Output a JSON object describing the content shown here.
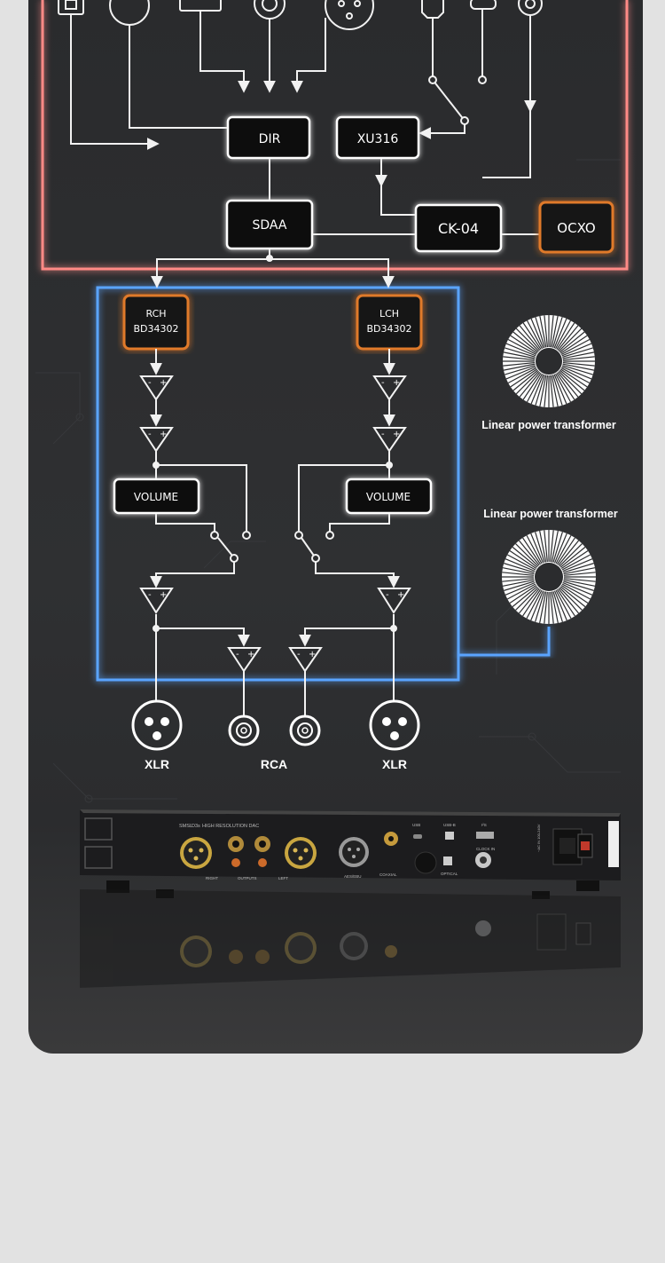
{
  "chips": {
    "dir": "DIR",
    "xu316": "XU316",
    "sdaa": "SDAA",
    "ck04": "CK-04",
    "ocxo": "OCXO",
    "rch_line1": "RCH",
    "rch_line2": "BD34302",
    "lch_line1": "LCH",
    "lch_line2": "BD34302",
    "volume_left": "VOLUME",
    "volume_right": "VOLUME"
  },
  "transformers": {
    "top_label": "Linear power transformer",
    "bottom_label": "Linear power transformer"
  },
  "outputs": {
    "xlr_left": "XLR",
    "rca": "RCA",
    "xlr_right": "XLR"
  },
  "opamp_signs": {
    "minus": "-",
    "plus": "+"
  },
  "device_panel": {
    "brand": "SMSL",
    "model": "D3s",
    "subtitle": "HIGH RESOLUTION DAC",
    "right": "RIGHT",
    "outputs": "OUTPUTS",
    "left": "LEFT",
    "aes": "AES/EBU",
    "coaxial": "COAXIAL",
    "optical": "OPTICAL",
    "usb": "USB",
    "usbb": "USB-B",
    "i2s": "I²S",
    "clock_in": "CLOCK IN",
    "power": "~AC IN 100-240V"
  },
  "colors": {
    "red_frame": "#ff8a86",
    "blue_frame": "#5aa4ff",
    "orange_glow": "#e07a2a",
    "wire": "#f2f2f2"
  }
}
